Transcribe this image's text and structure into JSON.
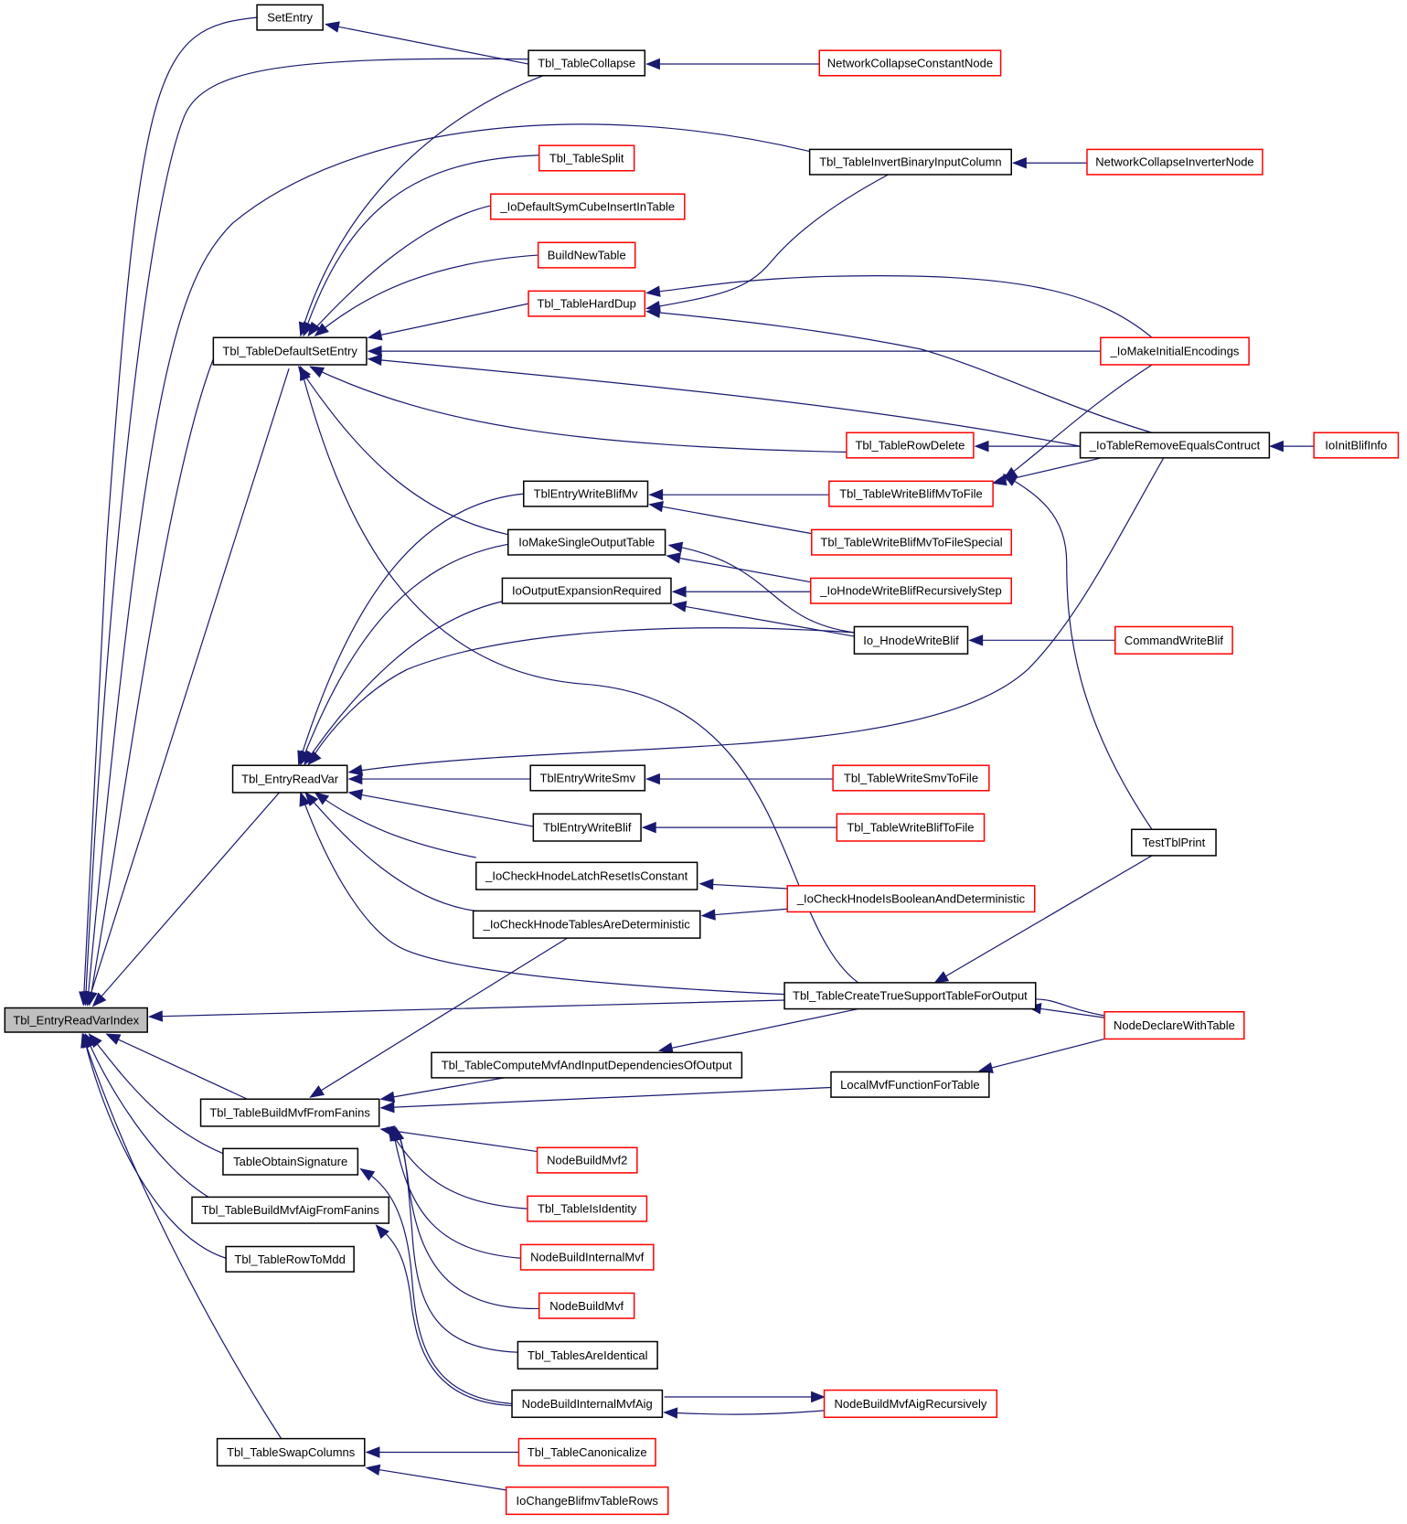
{
  "colors": {
    "edge": "#191970",
    "node_border_normal": "#000000",
    "node_border_truncated": "#ff0000",
    "node_fill_root": "#bfbfbf",
    "node_fill": "#ffffff"
  },
  "nodes": [
    {
      "id": "root",
      "label": "Tbl_EntryReadVarIndex",
      "style": "root"
    },
    {
      "id": "SetEntry",
      "label": "SetEntry",
      "style": "normal"
    },
    {
      "id": "TableCollapse",
      "label": "Tbl_TableCollapse",
      "style": "normal"
    },
    {
      "id": "NetworkCollapseConstantNode",
      "label": "NetworkCollapseConstantNode",
      "style": "truncated"
    },
    {
      "id": "TableInvertBinaryInputColumn",
      "label": "Tbl_TableInvertBinaryInputColumn",
      "style": "normal"
    },
    {
      "id": "NetworkCollapseInverterNode",
      "label": "NetworkCollapseInverterNode",
      "style": "truncated"
    },
    {
      "id": "TableSplit",
      "label": "Tbl_TableSplit",
      "style": "truncated"
    },
    {
      "id": "IoDefaultSymCubeInsertInTable",
      "label": "_IoDefaultSymCubeInsertInTable",
      "style": "truncated"
    },
    {
      "id": "BuildNewTable",
      "label": "BuildNewTable",
      "style": "truncated"
    },
    {
      "id": "TableHardDup",
      "label": "Tbl_TableHardDup",
      "style": "truncated"
    },
    {
      "id": "TableDefaultSetEntry",
      "label": "Tbl_TableDefaultSetEntry",
      "style": "normal"
    },
    {
      "id": "IoMakeInitialEncodings",
      "label": "_IoMakeInitialEncodings",
      "style": "truncated"
    },
    {
      "id": "TableRowDelete",
      "label": "Tbl_TableRowDelete",
      "style": "truncated"
    },
    {
      "id": "IoTableRemoveEqualsContruct",
      "label": "_IoTableRemoveEqualsContruct",
      "style": "normal"
    },
    {
      "id": "IoInitBlifInfo",
      "label": "IoInitBlifInfo",
      "style": "truncated"
    },
    {
      "id": "TblEntryWriteBlifMv",
      "label": "TblEntryWriteBlifMv",
      "style": "normal"
    },
    {
      "id": "TableWriteBlifMvToFile",
      "label": "Tbl_TableWriteBlifMvToFile",
      "style": "truncated"
    },
    {
      "id": "IoMakeSingleOutputTable",
      "label": "IoMakeSingleOutputTable",
      "style": "normal"
    },
    {
      "id": "TableWriteBlifMvToFileSpecial",
      "label": "Tbl_TableWriteBlifMvToFileSpecial",
      "style": "truncated"
    },
    {
      "id": "IoOutputExpansionRequired",
      "label": "IoOutputExpansionRequired",
      "style": "normal"
    },
    {
      "id": "IoHnodeWriteBlifRecursivelyStep",
      "label": "_IoHnodeWriteBlifRecursivelyStep",
      "style": "truncated"
    },
    {
      "id": "IoHnodeWriteBlif",
      "label": "Io_HnodeWriteBlif",
      "style": "normal"
    },
    {
      "id": "CommandWriteBlif",
      "label": "CommandWriteBlif",
      "style": "truncated"
    },
    {
      "id": "EntryReadVar",
      "label": "Tbl_EntryReadVar",
      "style": "normal"
    },
    {
      "id": "TblEntryWriteSmv",
      "label": "TblEntryWriteSmv",
      "style": "normal"
    },
    {
      "id": "TableWriteSmvToFile",
      "label": "Tbl_TableWriteSmvToFile",
      "style": "truncated"
    },
    {
      "id": "TblEntryWriteBlif",
      "label": "TblEntryWriteBlif",
      "style": "normal"
    },
    {
      "id": "TableWriteBlifToFile",
      "label": "Tbl_TableWriteBlifToFile",
      "style": "truncated"
    },
    {
      "id": "TestTblPrint",
      "label": "TestTblPrint",
      "style": "normal"
    },
    {
      "id": "IoCheckHnodeLatchResetIsConstant",
      "label": "_IoCheckHnodeLatchResetIsConstant",
      "style": "normal"
    },
    {
      "id": "IoCheckHnodeIsBooleanAndDeterministic",
      "label": "_IoCheckHnodeIsBooleanAndDeterministic",
      "style": "truncated"
    },
    {
      "id": "IoCheckHnodeTablesAreDeterministic",
      "label": "_IoCheckHnodeTablesAreDeterministic",
      "style": "normal"
    },
    {
      "id": "TableCreateTrueSupportTableForOutput",
      "label": "Tbl_TableCreateTrueSupportTableForOutput",
      "style": "normal"
    },
    {
      "id": "NodeDeclareWithTable",
      "label": "NodeDeclareWithTable",
      "style": "truncated"
    },
    {
      "id": "TableComputeMvfAndInputDependenciesOfOutput",
      "label": "Tbl_TableComputeMvfAndInputDependenciesOfOutput",
      "style": "normal"
    },
    {
      "id": "LocalMvfFunctionForTable",
      "label": "LocalMvfFunctionForTable",
      "style": "normal"
    },
    {
      "id": "TableBuildMvfFromFanins",
      "label": "Tbl_TableBuildMvfFromFanins",
      "style": "normal"
    },
    {
      "id": "NodeBuildMvf2",
      "label": "NodeBuildMvf2",
      "style": "truncated"
    },
    {
      "id": "TableObtainSignature",
      "label": "TableObtainSignature",
      "style": "normal"
    },
    {
      "id": "TableIsIdentity",
      "label": "Tbl_TableIsIdentity",
      "style": "truncated"
    },
    {
      "id": "TableBuildMvfAigFromFanins",
      "label": "Tbl_TableBuildMvfAigFromFanins",
      "style": "normal"
    },
    {
      "id": "NodeBuildInternalMvf",
      "label": "NodeBuildInternalMvf",
      "style": "truncated"
    },
    {
      "id": "TableRowToMdd",
      "label": "Tbl_TableRowToMdd",
      "style": "normal"
    },
    {
      "id": "NodeBuildMvf",
      "label": "NodeBuildMvf",
      "style": "truncated"
    },
    {
      "id": "TablesAreIdentical",
      "label": "Tbl_TablesAreIdentical",
      "style": "normal"
    },
    {
      "id": "NodeBuildInternalMvfAig",
      "label": "NodeBuildInternalMvfAig",
      "style": "normal"
    },
    {
      "id": "NodeBuildMvfAigRecursively",
      "label": "NodeBuildMvfAigRecursively",
      "style": "truncated"
    },
    {
      "id": "TableSwapColumns",
      "label": "Tbl_TableSwapColumns",
      "style": "normal"
    },
    {
      "id": "TableCanonicalize",
      "label": "Tbl_TableCanonicalize",
      "style": "truncated"
    },
    {
      "id": "IoChangeBlifmvTableRows",
      "label": "IoChangeBlifmvTableRows",
      "style": "truncated"
    }
  ]
}
